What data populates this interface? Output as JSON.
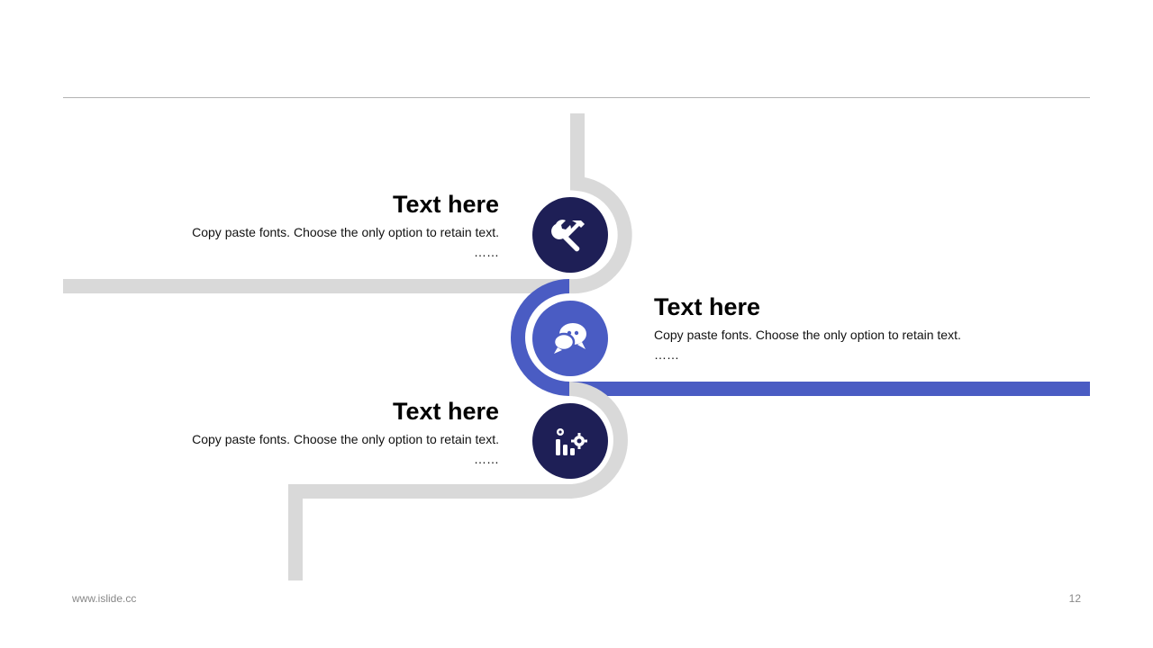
{
  "colors": {
    "track_gray": "#d9d9d9",
    "accent_blue": "#4a5cc3",
    "icon_navy": "#1e1f56",
    "rule": "#b3b3b3"
  },
  "items": [
    {
      "title": "Text here",
      "description": "Copy paste fonts. Choose the only option to retain text.",
      "more": "……",
      "icon": "tools-icon"
    },
    {
      "title": "Text here",
      "description": "Copy paste fonts. Choose the only option to retain text.",
      "more": "……",
      "icon": "chat-bubbles-icon"
    },
    {
      "title": "Text here",
      "description": "Copy paste fonts. Choose the only option to retain text.",
      "more": "……",
      "icon": "chart-gear-icon"
    }
  ],
  "footer": {
    "url": "www.islide.cc",
    "page_number": "12"
  }
}
